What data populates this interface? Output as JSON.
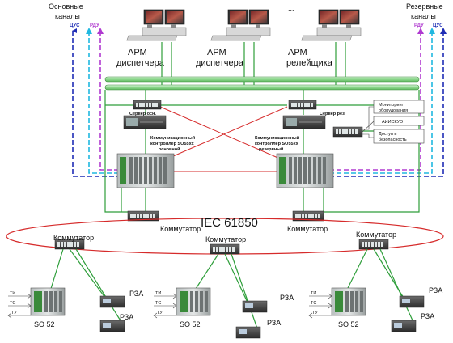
{
  "channels": {
    "main_title_1": "Основные",
    "main_title_2": "каналы",
    "reserve_title_1": "Резервные",
    "reserve_title_2": "каналы",
    "tsus": "ЦУС",
    "rdu": "РДУ"
  },
  "workstations": [
    {
      "label1": "АРМ",
      "label2": "диспетчера"
    },
    {
      "label1": "АРМ",
      "label2": "диспетчера"
    },
    {
      "label1": "АРМ",
      "label2": "релейщика"
    }
  ],
  "dots": "...",
  "servers": {
    "main": "Сервер осн.",
    "reserve": "Сервер рез."
  },
  "controllers": {
    "main_1": "Коммуникационный",
    "main_2": "контроллер SO55xx",
    "main_3": "основной",
    "reserve_1": "Коммуникационный",
    "reserve_2": "контроллер SO55xx",
    "reserve_3": "резервный"
  },
  "side_boxes": [
    {
      "line1": "Мониторинг",
      "line2": "оборудования"
    },
    {
      "line1": "АИИСКУЭ",
      "line2": ""
    },
    {
      "line1": "Доступ и",
      "line2": "безопасность"
    }
  ],
  "upper_switch_label": "Коммутатор",
  "ring_label": "IEC 61850",
  "ring_switch_label": "Коммутатор",
  "bays": [
    {
      "ti": "ТИ",
      "ts": "ТС",
      "tu": "ТУ",
      "so": "SO 52",
      "rza1": "РЗА",
      "rza2": "РЗА"
    },
    {
      "ti": "ТИ",
      "ts": "ТС",
      "tu": "ТУ",
      "so": "SO 52",
      "rza1": "РЗА",
      "rza2": "РЗА"
    },
    {
      "ti": "ТИ",
      "ts": "ТС",
      "tu": "ТУ",
      "so": "SO 52",
      "rza1": "РЗА",
      "rza2": "РЗА"
    }
  ],
  "colors": {
    "link_green": "#2e9e3a",
    "ring_red": "#d62b2b",
    "cross_red": "#d62b2b",
    "channel_blue": "#1f2db5",
    "channel_cyan": "#20b8e0",
    "channel_magenta": "#b03ad0",
    "bus_green": "#9fe0a0"
  }
}
